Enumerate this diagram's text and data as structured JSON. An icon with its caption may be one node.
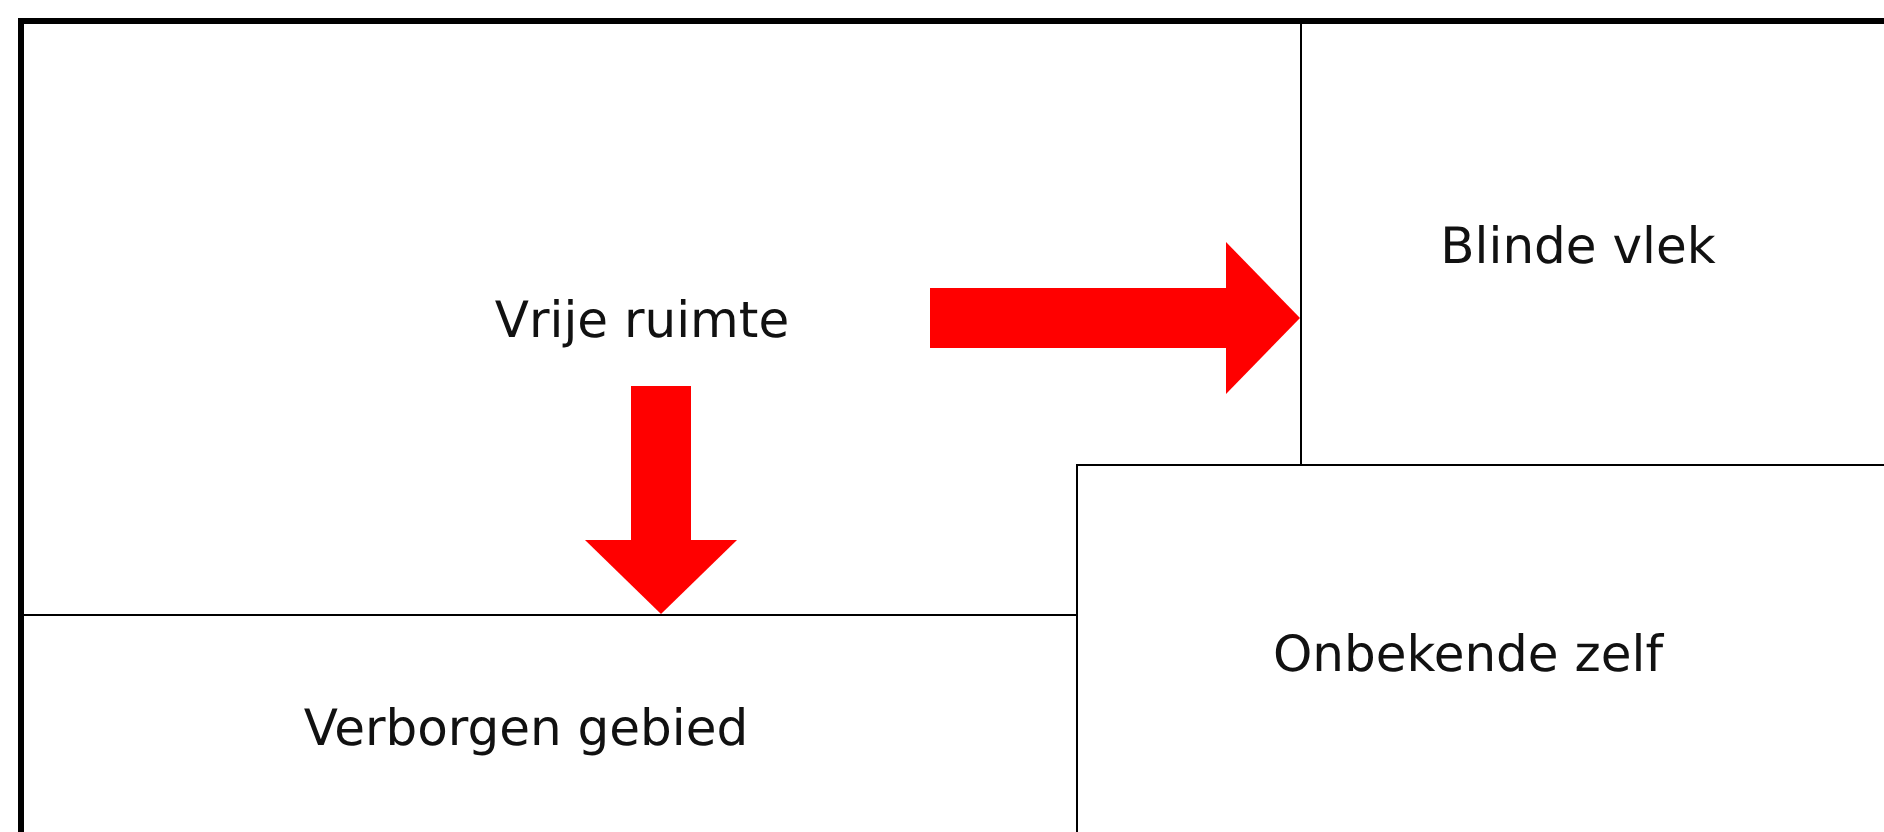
{
  "diagram": {
    "nodes": [
      {
        "text": [
          "Vrije ruimte"
        ]
      },
      {
        "text": [
          "Blinde vlek"
        ]
      },
      {
        "text": [
          "Verborgen gebied"
        ]
      },
      {
        "text": [
          "Onbekende zelf"
        ]
      }
    ],
    "edges": [
      {
        "from": 0,
        "to": 1,
        "arrow": "to"
      },
      {
        "from": 0,
        "to": 2,
        "arrow": "to"
      }
    ]
  }
}
